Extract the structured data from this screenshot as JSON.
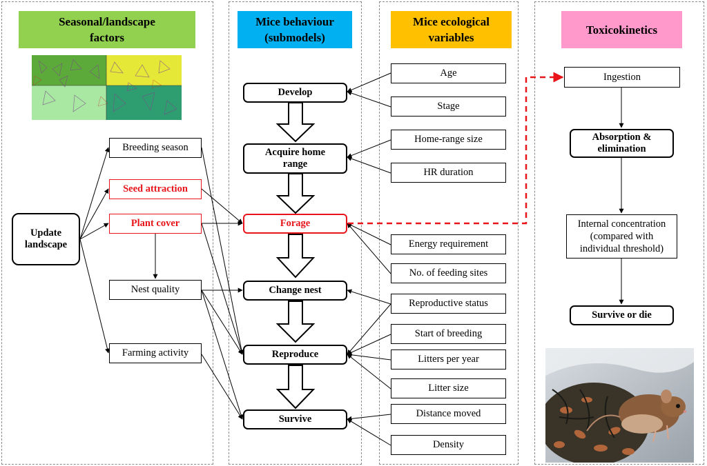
{
  "headers": {
    "seasonal": "Seasonal/landscape factors",
    "behaviour": "Mice behaviour (submodels)",
    "ecological": "Mice ecological variables",
    "toxicokinetics": "Toxicokinetics"
  },
  "landscape": {
    "update": "Update landscape",
    "breeding_season": "Breeding season",
    "seed_attraction": "Seed attraction",
    "plant_cover": "Plant cover",
    "nest_quality": "Nest quality",
    "farming_activity": "Farming activity"
  },
  "behaviour": {
    "develop": "Develop",
    "acquire_home_range": "Acquire home range",
    "forage": "Forage",
    "change_nest": "Change nest",
    "reproduce": "Reproduce",
    "survive": "Survive"
  },
  "ecological": {
    "age": "Age",
    "stage": "Stage",
    "home_range_size": "Home-range size",
    "hr_duration": "HR duration",
    "energy_requirement": "Energy requirement",
    "feeding_sites": "No. of  feeding sites",
    "reproductive_status": "Reproductive status",
    "start_of_breeding": "Start of breeding",
    "litters_per_year": "Litters per year",
    "litter_size": "Litter size",
    "distance_moved": "Distance moved",
    "density": "Density"
  },
  "toxicokinetics": {
    "ingestion": "Ingestion",
    "absorption": "Absorption & elimination",
    "internal_concentration": "Internal concentration (compared with individual threshold)",
    "survive_or_die": "Survive or die"
  },
  "colors": {
    "seasonal_header": "#92d050",
    "behaviour_header": "#00b0f0",
    "ecological_header": "#ffc000",
    "toxicokinetics_header": "#ff99cc",
    "highlight": "#e8141a"
  },
  "images": {
    "landscape_map": "landscape-map",
    "mouse_photo": "mouse-photo"
  }
}
